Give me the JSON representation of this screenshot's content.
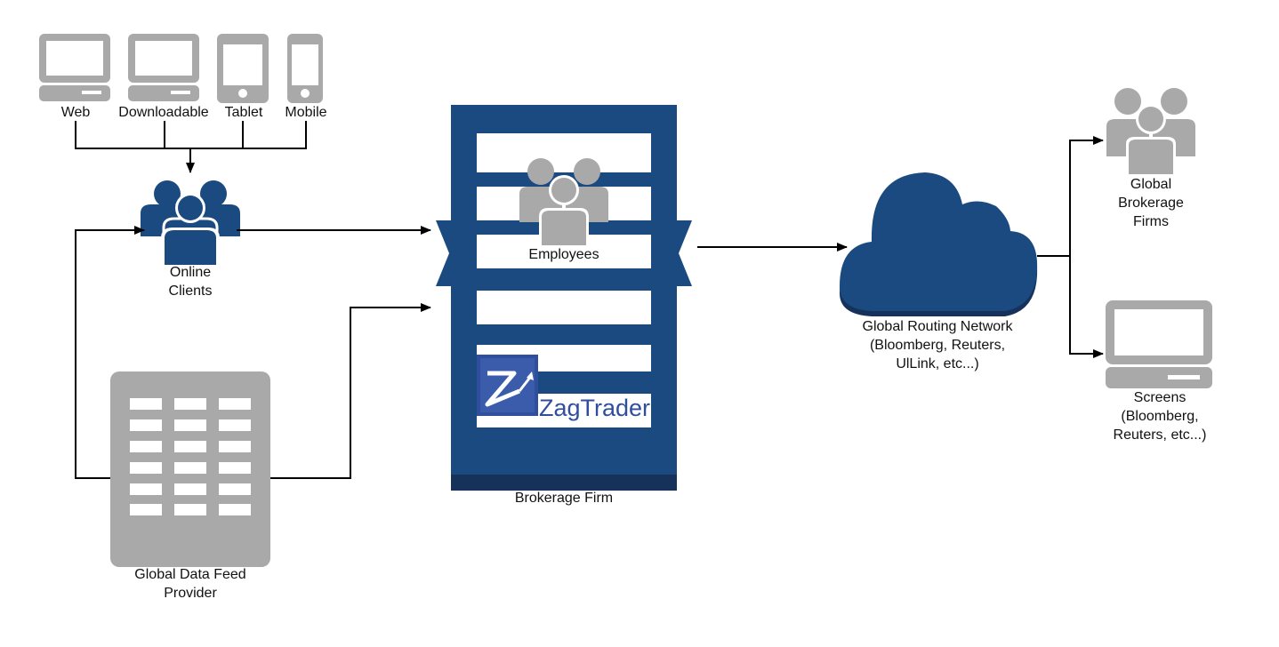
{
  "colors": {
    "navy": "#1b4a80",
    "navy_dark": "#17325a",
    "gray": "#a9a9a9",
    "line": "#000000",
    "white": "#ffffff"
  },
  "devices": {
    "web": {
      "label": "Web",
      "icon": "laptop-icon"
    },
    "downloadable": {
      "label": "Downloadable",
      "icon": "desktop-icon"
    },
    "tablet": {
      "label": "Tablet",
      "icon": "tablet-icon"
    },
    "mobile": {
      "label": "Mobile",
      "icon": "mobile-phone-icon"
    }
  },
  "online_clients": {
    "line1": "Online",
    "line2": "Clients",
    "icon": "users-group-icon"
  },
  "data_feed": {
    "line1": "Global Data Feed",
    "line2": "Provider",
    "icon": "server-rack-icon"
  },
  "brokerage": {
    "label": "Brokerage Firm",
    "employees_label": "Employees",
    "logo_text": "ZagTrader",
    "logo_icon": "zagtrader-logo-icon"
  },
  "routing": {
    "line1": "Global Routing Network",
    "line2": "(Bloomberg, Reuters,",
    "line3": "UlLink, etc...)",
    "icon": "cloud-icon"
  },
  "global_firms": {
    "line1": "Global",
    "line2": "Brokerage",
    "line3": "Firms",
    "icon": "users-group-icon"
  },
  "screens": {
    "line1": "Screens",
    "line2": "(Bloomberg,",
    "line3": "Reuters, etc...)",
    "icon": "monitor-icon"
  }
}
